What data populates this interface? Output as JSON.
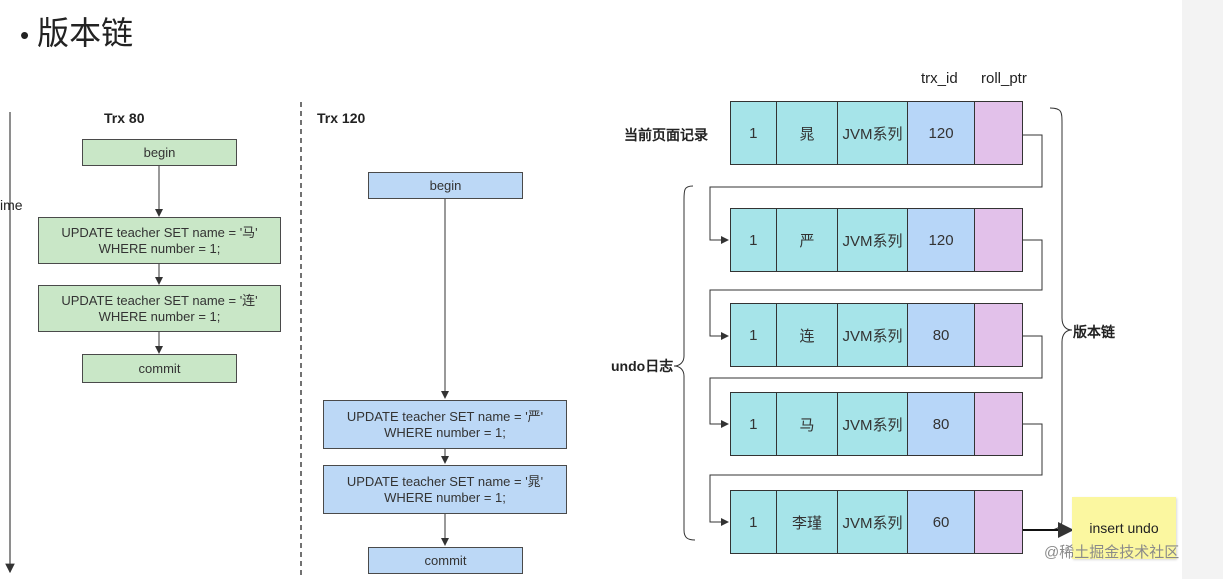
{
  "title": {
    "bullet": "•",
    "text": "版本链"
  },
  "time_label": "ime",
  "trx80": {
    "label": "Trx 80",
    "boxes": [
      "begin",
      "UPDATE teacher  SET name = '马'\nWHERE number = 1;",
      "UPDATE teacher  SET name = '连'\nWHERE number = 1;",
      "commit"
    ]
  },
  "trx120": {
    "label": "Trx 120",
    "boxes": [
      "begin",
      "UPDATE teacher  SET name = '严'\nWHERE number = 1;",
      "UPDATE teacher  SET name = '晁'\nWHERE number = 1;",
      "commit"
    ]
  },
  "table": {
    "col_headers": {
      "trx_id": "trx_id",
      "roll_ptr": "roll_ptr"
    },
    "current_label": "当前页面记录",
    "undo_label": "undo日志",
    "chain_label": "版本链",
    "rows": [
      {
        "c1": "1",
        "c2": "晁",
        "c3": "JVM系列",
        "trx_id": "120",
        "roll_ptr": ""
      },
      {
        "c1": "1",
        "c2": "严",
        "c3": "JVM系列",
        "trx_id": "120",
        "roll_ptr": ""
      },
      {
        "c1": "1",
        "c2": "连",
        "c3": "JVM系列",
        "trx_id": "80",
        "roll_ptr": ""
      },
      {
        "c1": "1",
        "c2": "马",
        "c3": "JVM系列",
        "trx_id": "80",
        "roll_ptr": ""
      },
      {
        "c1": "1",
        "c2": "李瑾",
        "c3": "JVM系列",
        "trx_id": "60",
        "roll_ptr": ""
      }
    ]
  },
  "note": "insert undo",
  "watermark": "@稀土掘金技术社区",
  "colors": {
    "green_box": "#c9e7c7",
    "blue_box": "#bcd8f6",
    "cyan_cell": "#a6e4e9",
    "trx_cell": "#b7d6f8",
    "ptr_cell": "#e2c1ea",
    "note": "#fbf7a0"
  }
}
